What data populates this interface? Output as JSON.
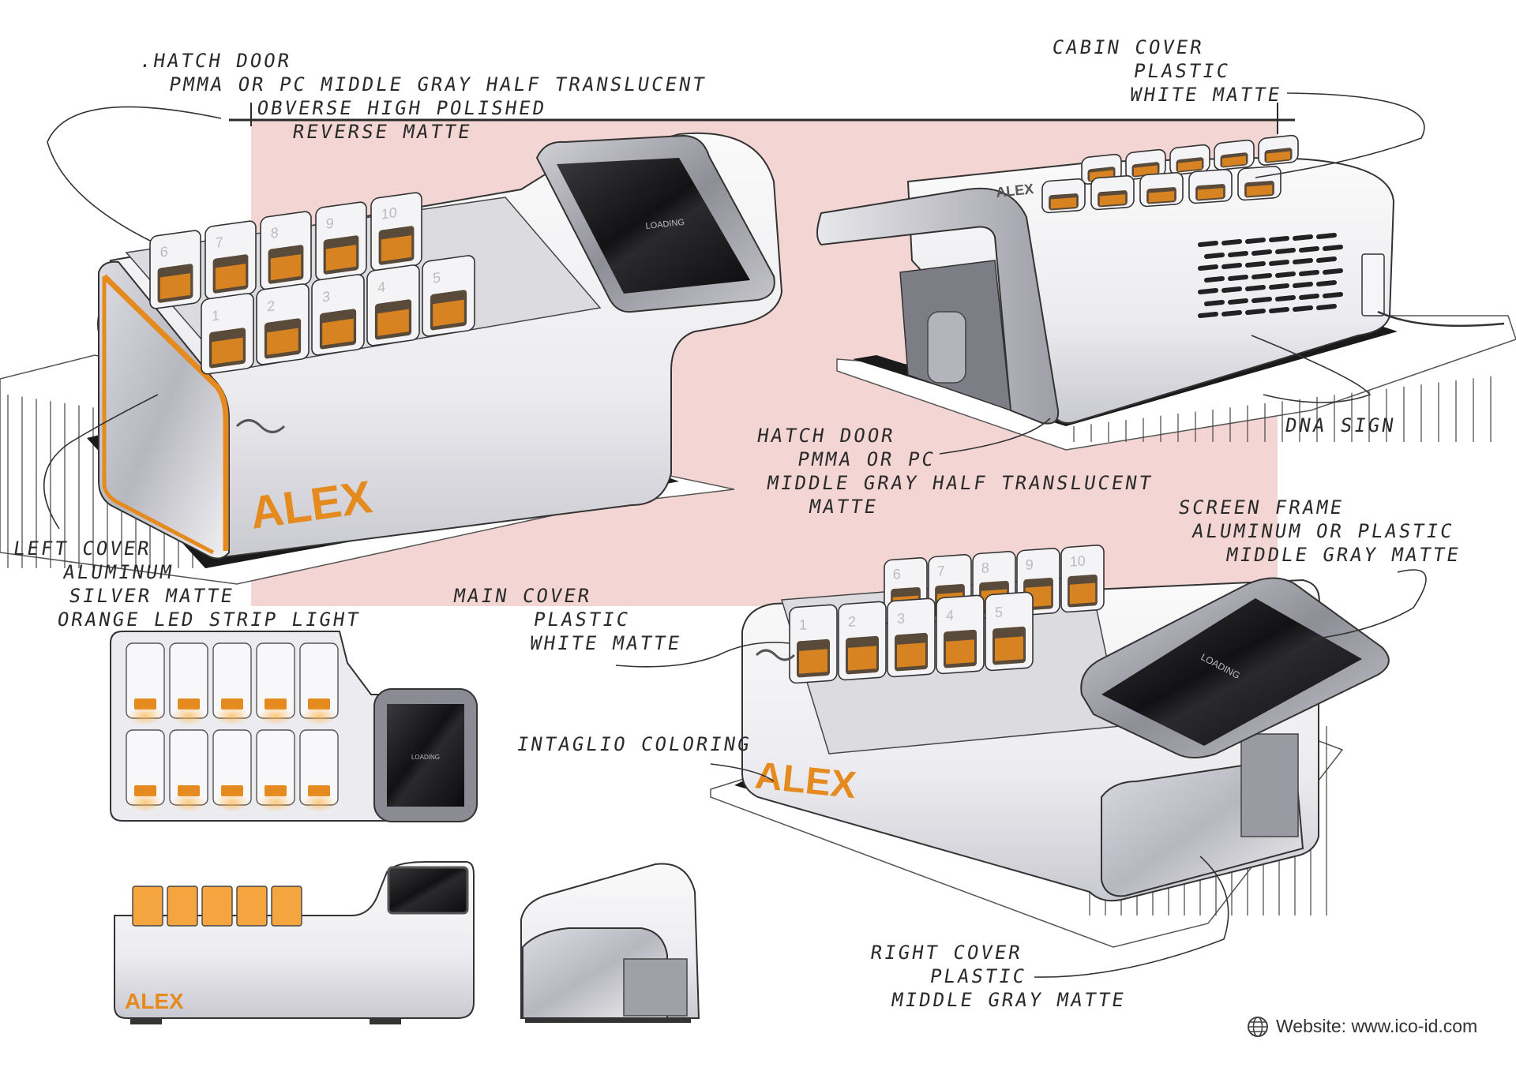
{
  "colors": {
    "accent": "#e58a1f",
    "backdrop": "#f3d6d4",
    "ink": "#2a2a2a",
    "body_white": "#f4f4f6",
    "screen": "#1c1c1e"
  },
  "screen_text": "LOADING",
  "brand_logo": "ALEX",
  "slot_numbers": [
    "1",
    "2",
    "3",
    "4",
    "5",
    "6",
    "7",
    "8",
    "9",
    "10"
  ],
  "callouts": {
    "hatch_door_top": {
      "lines": [
        ".HATCH DOOR",
        "PMMA OR PC  MIDDLE GRAY HALF TRANSLUCENT",
        "OBVERSE HIGH POLISHED",
        "REVERSE MATTE"
      ]
    },
    "cabin_cover": {
      "lines": [
        "CABIN COVER",
        "PLASTIC",
        "WHITE MATTE"
      ]
    },
    "dna_sign": {
      "lines": [
        "DNA SIGN"
      ]
    },
    "hatch_door_mid": {
      "lines": [
        "HATCH DOOR",
        "PMMA OR PC",
        "MIDDLE GRAY HALF TRANSLUCENT",
        "MATTE"
      ]
    },
    "screen_frame": {
      "lines": [
        "SCREEN FRAME",
        "ALUMINUM OR PLASTIC",
        "MIDDLE GRAY  MATTE"
      ]
    },
    "left_cover": {
      "lines": [
        "LEFT COVER",
        "ALUMINUM",
        "SILVER  MATTE",
        "ORANGE  LED STRIP LIGHT"
      ]
    },
    "main_cover": {
      "lines": [
        "MAIN COVER",
        "PLASTIC",
        "WHITE MATTE"
      ]
    },
    "intaglio": {
      "lines": [
        "INTAGLIO COLORING"
      ]
    },
    "right_cover": {
      "lines": [
        "RIGHT COVER",
        "PLASTIC",
        "MIDDLE GRAY  MATTE"
      ]
    }
  },
  "footer": {
    "website": "Website: www.ico-id.com",
    "icon": "globe-icon"
  }
}
